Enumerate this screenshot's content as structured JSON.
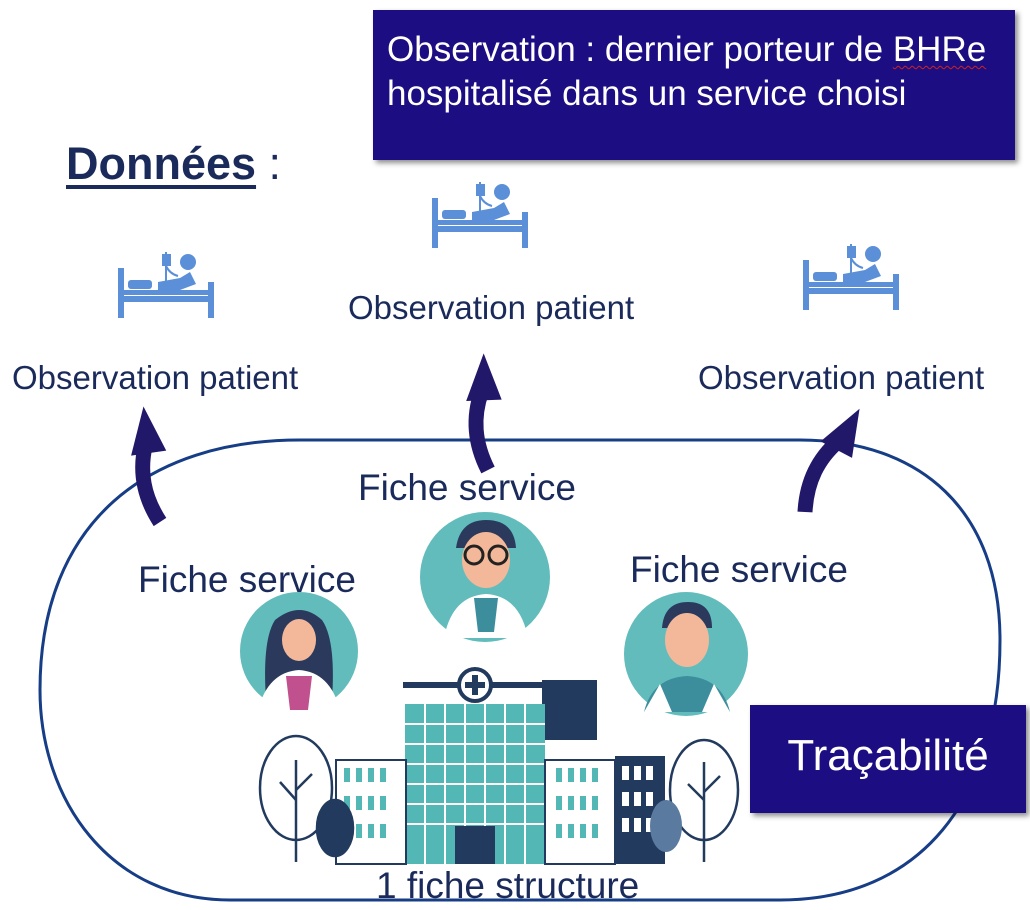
{
  "observation_box": {
    "text_part1": "Observation : dernier porteur de ",
    "text_underlined": "BHRe",
    "text_part2": " hospitalisé dans un service choisi"
  },
  "heading": {
    "word": "Données",
    "colon": " :"
  },
  "patients": [
    {
      "label": "Observation patient"
    },
    {
      "label": "Observation patient"
    },
    {
      "label": "Observation patient"
    }
  ],
  "services": [
    {
      "label": "Fiche service"
    },
    {
      "label": "Fiche service"
    },
    {
      "label": "Fiche service"
    }
  ],
  "structure": {
    "label": "1 fiche structure"
  },
  "traceability": {
    "label": "Traçabilité"
  },
  "colors": {
    "box_bg": "#1c0e82",
    "text": "#1a2a5a",
    "loop_stroke": "#163d86",
    "arrow": "#22186a",
    "icon_blue": "#5b8fd8",
    "avatar_teal": "#63bcbc"
  }
}
